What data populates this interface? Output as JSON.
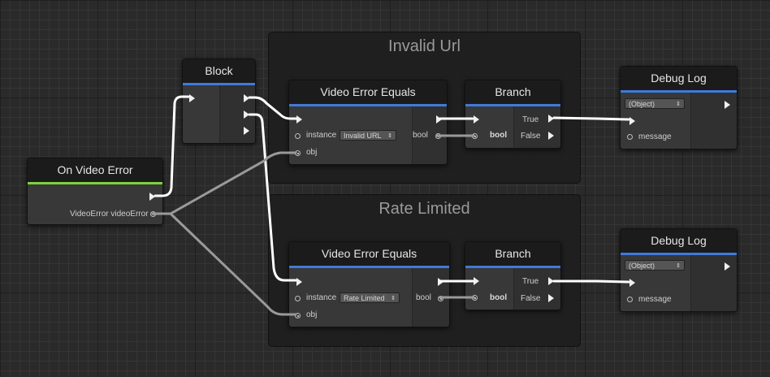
{
  "groups": {
    "invalid_url": {
      "title": "Invalid Url"
    },
    "rate_limited": {
      "title": "Rate Limited"
    }
  },
  "nodes": {
    "on_video_error": {
      "title": "On Video Error",
      "output_label": "VideoError videoError"
    },
    "block": {
      "title": "Block"
    },
    "equals_invalid": {
      "title": "Video Error Equals",
      "instance_label": "instance",
      "instance_value": "Invalid URL",
      "obj_label": "obj",
      "output_label": "bool"
    },
    "branch_invalid": {
      "title": "Branch",
      "input_label": "bool",
      "true_label": "True",
      "false_label": "False"
    },
    "debug_invalid": {
      "title": "Debug Log",
      "object_value": "(Object)",
      "message_label": "message"
    },
    "equals_rate": {
      "title": "Video Error Equals",
      "instance_label": "instance",
      "instance_value": "Rate Limited",
      "obj_label": "obj",
      "output_label": "bool"
    },
    "branch_rate": {
      "title": "Branch",
      "input_label": "bool",
      "true_label": "True",
      "false_label": "False"
    },
    "debug_rate": {
      "title": "Debug Log",
      "object_value": "(Object)",
      "message_label": "message"
    }
  },
  "colors": {
    "flow_wire": "#ffffff",
    "value_wire": "#9a9a9a",
    "header_accent": "#3f7ad9",
    "event_accent": "#7fd13a"
  },
  "icons": {
    "flow_port": "triangle-arrow",
    "value_port": "circle",
    "dropdown": "updown-caret"
  }
}
